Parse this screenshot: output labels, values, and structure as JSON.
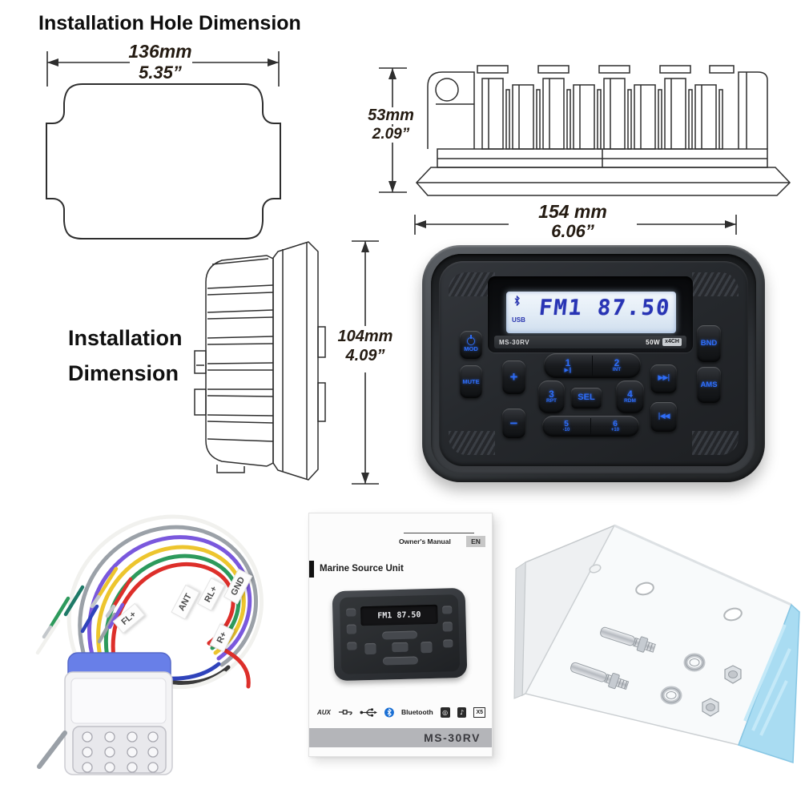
{
  "colors": {
    "accent_blue": "#2e6cf6",
    "lcd_background": "#e2ecf6",
    "lcd_text": "#2834b4",
    "line_art": "#2e2e2e",
    "dimension_text": "#241b12",
    "bracket_film_blue": "#a9dcf2"
  },
  "hole_dimension": {
    "title": "Installation Hole Dimension",
    "width_mm": "136mm",
    "width_in": "5.35”"
  },
  "top_view": {
    "height_mm": "53mm",
    "height_in": "2.09”"
  },
  "front_view": {
    "width_mm": "154 mm",
    "width_in": "6.06”"
  },
  "side_view": {
    "label_line1": "Installation",
    "label_line2": "Dimension",
    "height_mm": "104mm",
    "height_in": "4.09”"
  },
  "radio": {
    "model": "MS-30RV",
    "power_badge": "50W",
    "channel_badge": "x4CH",
    "display": {
      "usb": "USB",
      "readout": "FM1 87.50"
    },
    "buttons": {
      "mod": "MOD",
      "mute": "MUTE",
      "bnd": "BND",
      "ams": "AMS",
      "vol_up": "+",
      "vol_down": "−",
      "sel": "SEL",
      "next": "▶▶|",
      "prev": "|◀◀"
    },
    "keys": {
      "k1": {
        "num": "1",
        "sub": "▶‖"
      },
      "k2": {
        "num": "2",
        "sub": "INT"
      },
      "k3": {
        "num": "3",
        "sub": "RPT"
      },
      "k4": {
        "num": "4",
        "sub": "RDM"
      },
      "k5": {
        "num": "5",
        "sub": "-10"
      },
      "k6": {
        "num": "6",
        "sub": "+10"
      }
    }
  },
  "harness": {
    "labels": [
      "FL+",
      "ANT",
      "RL+",
      "GND",
      "R+"
    ]
  },
  "manual": {
    "owners_manual": "Owner's Manual",
    "language": "EN",
    "title": "Marine Source Unit",
    "mini_readout": "FM1 87.50",
    "aux_label": "AUX",
    "bluetooth_label": "Bluetooth",
    "media_badge": "X5",
    "model": "MS-30RV"
  }
}
